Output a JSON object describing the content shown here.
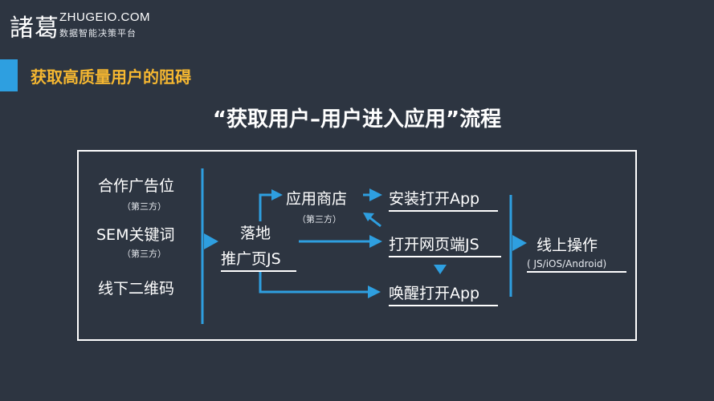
{
  "brand": {
    "logo_cn": "諸葛",
    "site": "ZHUGEIO.COM",
    "tagline": "数据智能决策平台"
  },
  "section": {
    "title": "获取高质量用户的阻碍"
  },
  "diagram": {
    "title": "“获取用户–用户进入应用”流程",
    "sources": [
      {
        "label": "合作广告位",
        "note": "（第三方）"
      },
      {
        "label": "SEM关键词",
        "note": "（第三方）"
      },
      {
        "label": "线下二维码"
      }
    ],
    "landing": {
      "line1": "落地",
      "line2": "推广页JS"
    },
    "app_store": {
      "label": "应用商店",
      "note": "（第三方）"
    },
    "install": {
      "label": "安装打开App"
    },
    "open_web": {
      "label": "打开网页端JS"
    },
    "wake": {
      "label": "唤醒打开App"
    },
    "online": {
      "label": "线上操作",
      "note": "( JS/iOS/Android)"
    },
    "colors": {
      "accent": "#2e9fe0",
      "title": "#f5b731",
      "background": "#2d3541"
    }
  }
}
